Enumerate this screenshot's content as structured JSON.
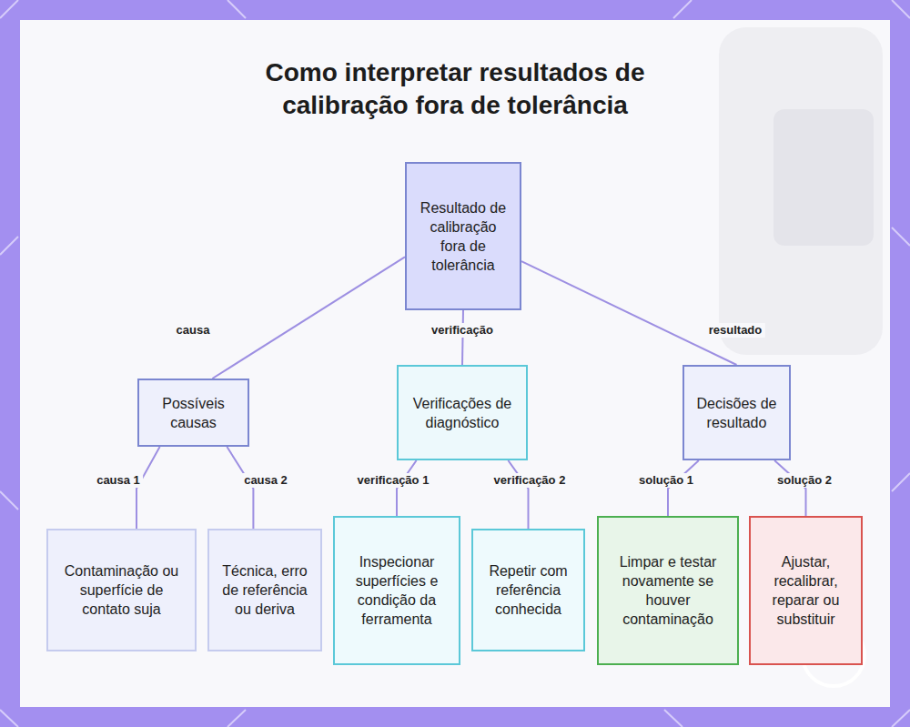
{
  "diagram": {
    "title": "Como interpretar resultados de calibração fora de tolerância",
    "nodes": [
      {
        "text": [
          "Resultado de calibração fora de tolerância"
        ]
      },
      {
        "text": [
          "Possíveis causas"
        ]
      },
      {
        "text": [
          "Verificações de diagnóstico"
        ]
      },
      {
        "text": [
          "Decisões de resultado"
        ]
      },
      {
        "text": [
          "Contaminação ou superfície de contato suja"
        ]
      },
      {
        "text": [
          "Técnica, erro de referência ou deriva"
        ]
      },
      {
        "text": [
          "Inspecionar superfícies e condição da ferramenta"
        ]
      },
      {
        "text": [
          "Repetir com referência conhecida"
        ]
      },
      {
        "text": [
          "Limpar e testar novamente se houver contaminação"
        ]
      },
      {
        "text": [
          "Ajustar, recalibrar, reparar ou substituir"
        ]
      }
    ],
    "edges": [
      {
        "from": 0,
        "to": 1,
        "label": "causa",
        "arrow": "none"
      },
      {
        "from": 0,
        "to": 2,
        "label": "verificação",
        "arrow": "none"
      },
      {
        "from": 0,
        "to": 3,
        "label": "resultado",
        "arrow": "none"
      },
      {
        "from": 1,
        "to": 4,
        "label": "causa 1",
        "arrow": "none"
      },
      {
        "from": 1,
        "to": 5,
        "label": "causa 2",
        "arrow": "none"
      },
      {
        "from": 2,
        "to": 6,
        "label": "verificação 1",
        "arrow": "none"
      },
      {
        "from": 2,
        "to": 7,
        "label": "verificação 2",
        "arrow": "none"
      },
      {
        "from": 3,
        "to": 8,
        "label": "solução 1",
        "arrow": "none"
      },
      {
        "from": 3,
        "to": 9,
        "label": "solução 2",
        "arrow": "none"
      }
    ]
  }
}
